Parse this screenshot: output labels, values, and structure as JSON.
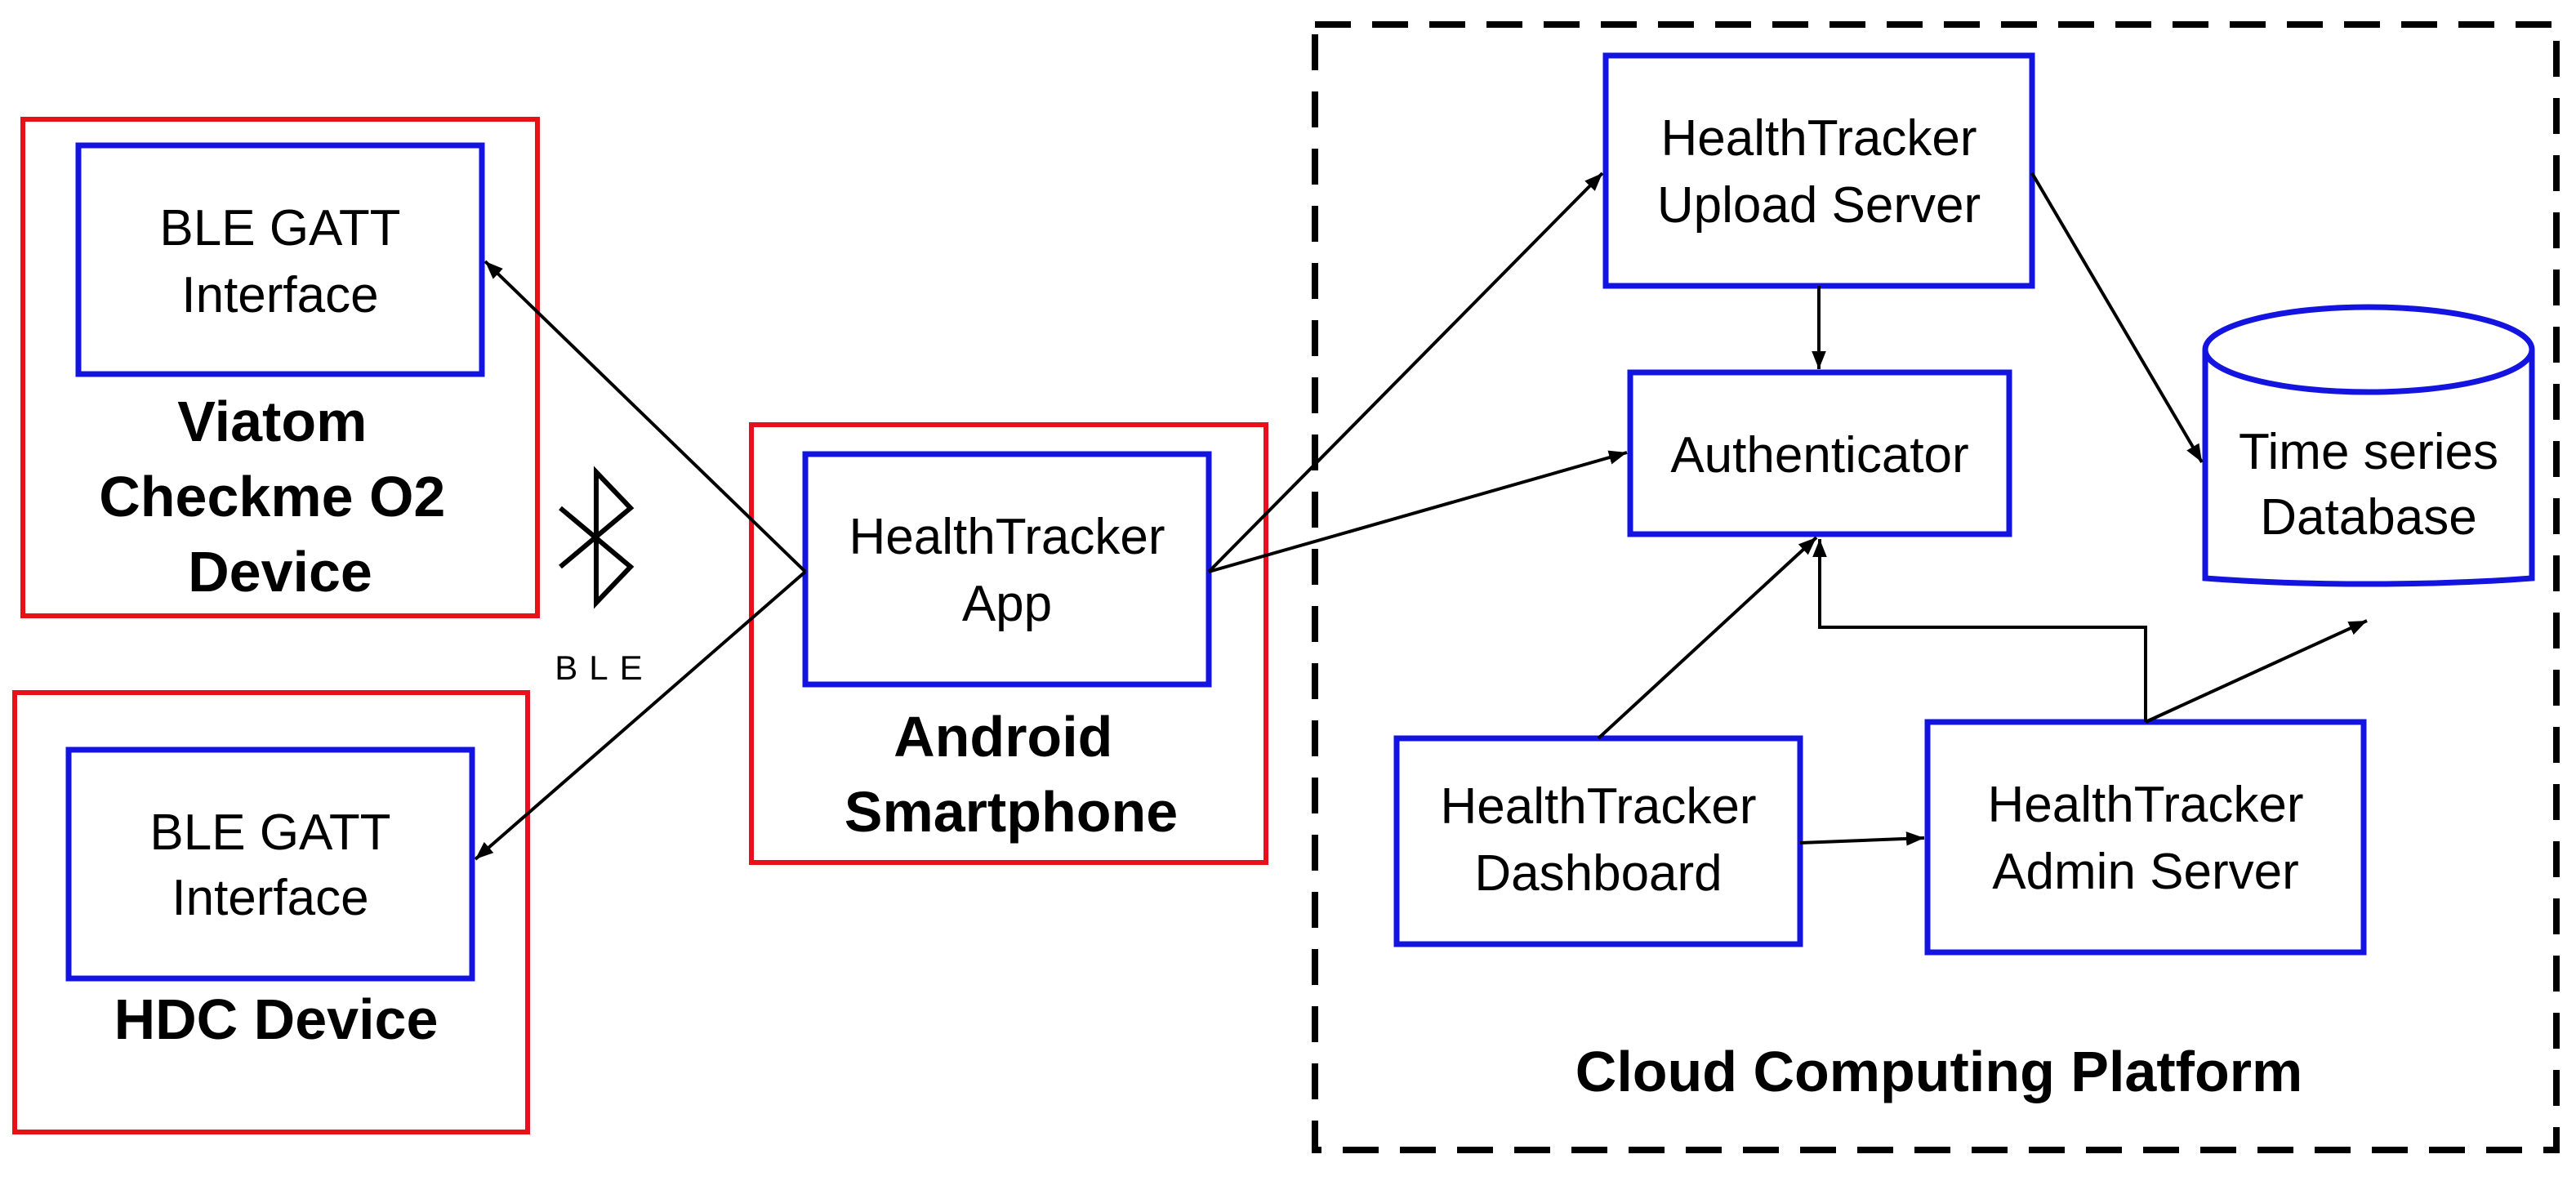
{
  "groups": {
    "viatom": "Viatom Checkme O2 Device",
    "hdc": "HDC Device",
    "android": "Android Smartphone",
    "cloud": "Cloud Computing Platform"
  },
  "components": {
    "ble_gatt_viatom": [
      "BLE GATT",
      "Interface"
    ],
    "ble_gatt_hdc": [
      "BLE GATT",
      "Interface"
    ],
    "app": [
      "HealthTracker",
      "App"
    ],
    "upload_server": [
      "HealthTracker",
      "Upload Server"
    ],
    "authenticator": "Authenticator",
    "database": [
      "Time series",
      "Database"
    ],
    "dashboard": [
      "HealthTracker",
      "Dashboard"
    ],
    "admin_server": [
      "HealthTracker",
      "Admin Server"
    ]
  },
  "connection_label": "BLE",
  "icons": {
    "bluetooth": "bluetooth-icon"
  }
}
